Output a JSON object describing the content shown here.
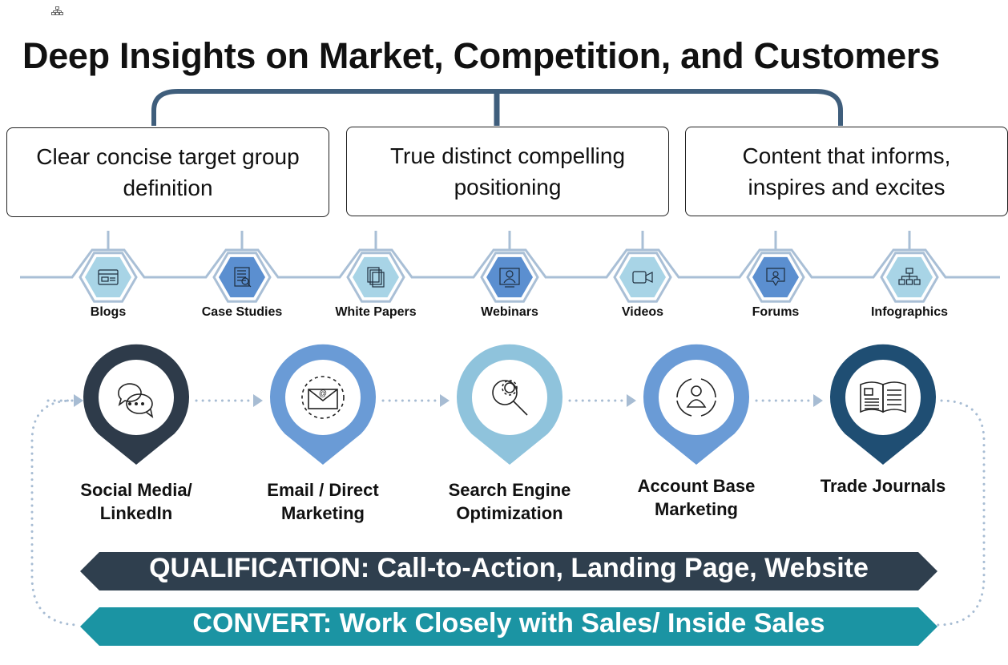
{
  "title": "Deep Insights on Market, Competition,  and Customers",
  "pillars": [
    {
      "text": "Clear concise target group definition"
    },
    {
      "text": "True distinct compelling positioning"
    },
    {
      "text": "Content that informs, inspires and excites"
    }
  ],
  "channels": [
    {
      "label": "Blogs",
      "icon": "blog-icon",
      "shade": "light"
    },
    {
      "label": "Case Studies",
      "icon": "case-study-icon",
      "shade": "mid"
    },
    {
      "label": "White Papers",
      "icon": "white-paper-icon",
      "shade": "light"
    },
    {
      "label": "Webinars",
      "icon": "webinar-icon",
      "shade": "mid"
    },
    {
      "label": "Videos",
      "icon": "video-camera-icon",
      "shade": "light"
    },
    {
      "label": "Forums",
      "icon": "forum-chat-icon",
      "shade": "mid"
    },
    {
      "label": "Infographics",
      "icon": "infographic-icon",
      "shade": "light"
    }
  ],
  "tactics": [
    {
      "label": "Social Media/ LinkedIn",
      "icon": "chat-bubbles-icon",
      "color": "#2e3b4a"
    },
    {
      "label": "Email / Direct Marketing",
      "icon": "email-icon",
      "color": "#6a9bd6"
    },
    {
      "label": "Search Engine Optimization",
      "icon": "magnifier-gear-icon",
      "color": "#8fc3dc"
    },
    {
      "label": "Account Base Marketing",
      "icon": "person-cycle-icon",
      "color": "#6a9bd6"
    },
    {
      "label": "Trade Journals",
      "icon": "open-journal-icon",
      "color": "#1f4e73"
    }
  ],
  "qualification": "QUALIFICATION:  Call-to-Action, Landing Page, Website",
  "convert": "CONVERT:  Work Closely with Sales/ Inside Sales",
  "colors": {
    "bracket": "#3f5e7c",
    "line": "#a9bfd6",
    "hex_light": "#a8d4e6",
    "hex_mid": "#5b8fd0",
    "hex_outline": "#a9bfd6",
    "dots": "#a7bcd3",
    "qualification_bar": "#2f3f4e",
    "convert_bar": "#1b94a3"
  }
}
